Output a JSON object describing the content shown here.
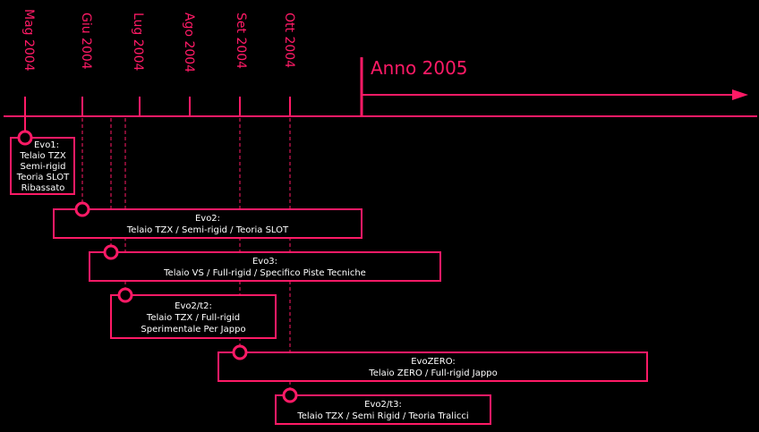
{
  "colors": {
    "accent": "#ff1a66",
    "background": "#000000",
    "text": "#ffffff"
  },
  "months": [
    "Mag 2004",
    "Giu 2004",
    "Lug 2004",
    "Ago 2004",
    "Set 2004",
    "Ott 2004"
  ],
  "year_label": "Anno 2005",
  "versions": [
    {
      "lines": [
        "Evo1:",
        "Telaio TZX",
        "Semi-rigid",
        "Teoria SLOT",
        "Ribassato"
      ]
    },
    {
      "lines": [
        "Evo2:",
        "Telaio TZX / Semi-rigid / Teoria SLOT"
      ]
    },
    {
      "lines": [
        "Evo3:",
        "Telaio VS / Full-rigid / Specifico Piste Tecniche"
      ]
    },
    {
      "lines": [
        "Evo2/t2:",
        "Telaio TZX / Full-rigid",
        "Sperimentale Per Jappo"
      ]
    },
    {
      "lines": [
        "EvoZERO:",
        "Telaio ZERO / Full-rigid Jappo"
      ]
    },
    {
      "lines": [
        "Evo2/t3:",
        "Telaio TZX / Semi Rigid / Teoria Tralicci"
      ]
    }
  ]
}
